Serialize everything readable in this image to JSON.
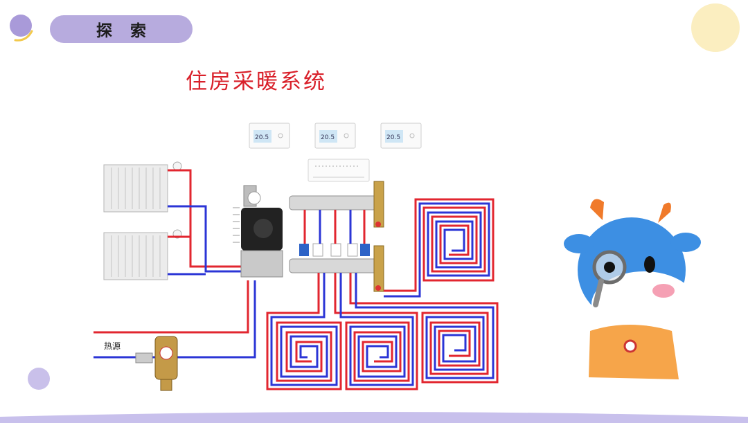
{
  "header": {
    "section_label": "探索"
  },
  "diagram": {
    "title": "住房采暖系统",
    "heat_source_label": "热源",
    "thermostat_reading": "20.5"
  },
  "colors": {
    "pill": "#b7abde",
    "title_red": "#d9202a",
    "hot_pipe": "#e2262f",
    "cold_pipe": "#2b35d6",
    "circle_purple": "#a99ad9",
    "circle_yellow": "#fbeec0",
    "mascot_blue": "#3d8fe3",
    "mascot_shirt": "#f6a54a",
    "mascot_horns": "#f07a2a"
  },
  "icons": [
    "magnifier-icon",
    "thermostat-icon",
    "radiator-icon",
    "mascot-cow"
  ]
}
